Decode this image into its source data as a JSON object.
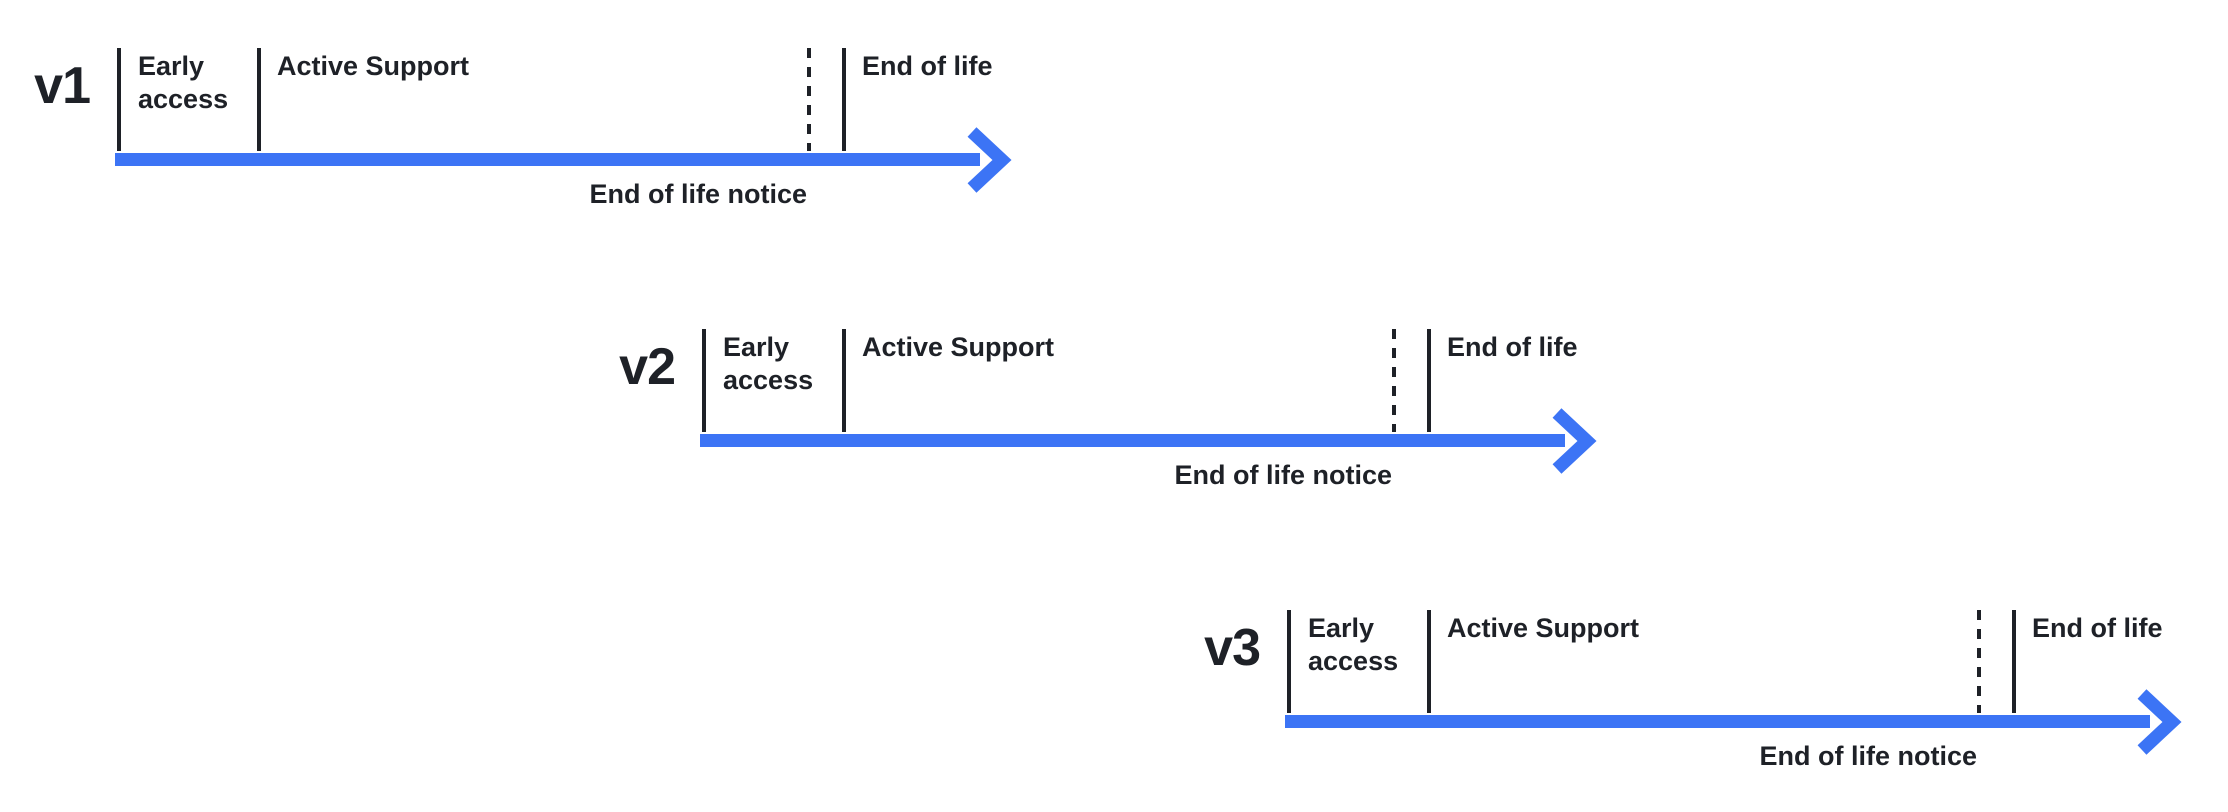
{
  "diagram": {
    "accent_color": "#3C74F5",
    "text_color": "#1E2127",
    "timelines": [
      {
        "version": "v1",
        "phase_early": "Early access",
        "phase_active": "Active Support",
        "phase_eol": "End of life",
        "notice": "End of life notice"
      },
      {
        "version": "v2",
        "phase_early": "Early access",
        "phase_active": "Active Support",
        "phase_eol": "End of life",
        "notice": "End of life notice"
      },
      {
        "version": "v3",
        "phase_early": "Early access",
        "phase_active": "Active Support",
        "phase_eol": "End of life",
        "notice": "End of life notice"
      }
    ]
  }
}
